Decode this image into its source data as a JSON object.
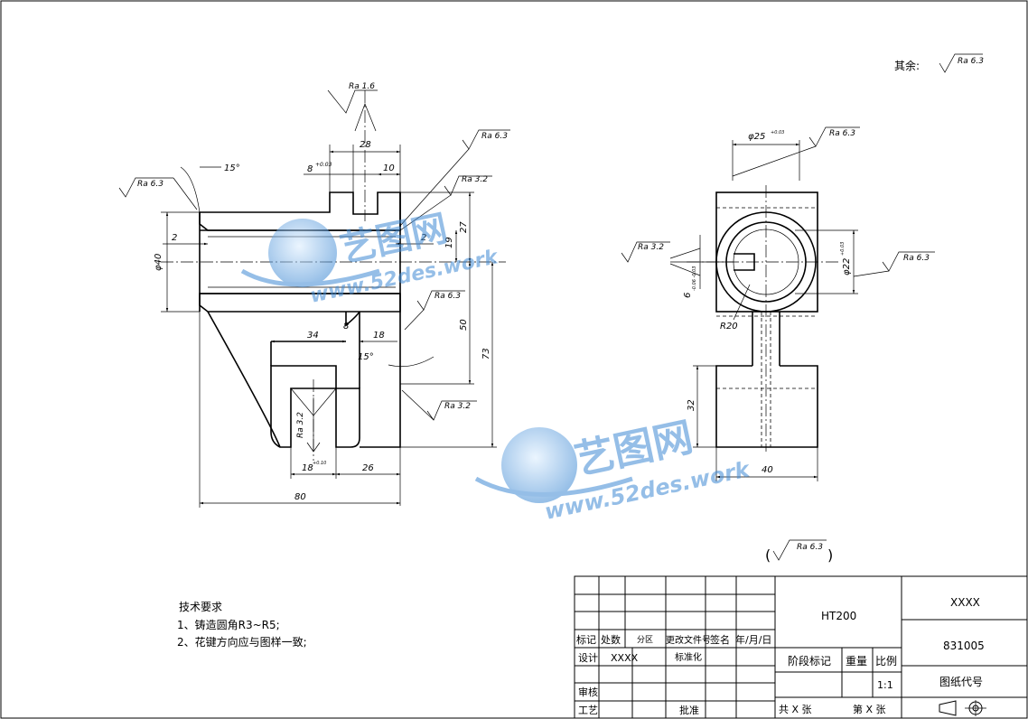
{
  "drawing": {
    "remaining_roughness_label": "其余:",
    "remaining_roughness_value": "Ra 6.3",
    "bracket_roughness": "Ra 6.3",
    "roughness": {
      "r1": "Ra 1.6",
      "r2": "Ra 6.3",
      "r3": "Ra 3.2",
      "r4": "Ra 6.3",
      "r5": "Ra 6.3",
      "r6": "Ra 3.2",
      "r7": "Ra 3.2",
      "r8": "Ra 6.3",
      "r9": "Ra 3.2",
      "r10": "Ra 6.3"
    },
    "dims": {
      "d28": "28",
      "d10": "10",
      "d8": "8",
      "d8_tol": "+0.03",
      "d15a": "15°",
      "d15b": "15°",
      "d2a": "2",
      "d2b": "2",
      "d19": "19",
      "d27": "27",
      "d40dia": "φ40",
      "d50": "50",
      "d73": "73",
      "d34": "34",
      "d8b": "8",
      "d18": "18",
      "d18b": "18",
      "d18b_tol": "+0.10",
      "d26": "26",
      "d80": "80",
      "d25dia": "φ25",
      "d25_tol": "+0.03",
      "d22dia": "φ22",
      "d22_tol": "+0.03",
      "d6": "6",
      "d6_tol": "-0.06 -0.03",
      "r20": "R20",
      "d32": "32",
      "d40b": "40"
    }
  },
  "notes": {
    "title": "技术要求",
    "items": [
      "1、铸造圆角R3~R5;",
      "2、花键方向应与图样一致;"
    ]
  },
  "titleblock": {
    "material": "HT200",
    "company": "XXXX",
    "drawing_no": "831005",
    "drawing_code_label": "图纸代号",
    "scale_label": "比例",
    "scale_value": "1:1",
    "weight_label": "重量",
    "stage_label": "阶段标记",
    "sheets": "共  X  张",
    "sheet_no": "第  X  张",
    "row_labels": [
      "标记",
      "处数",
      "分区",
      "更改文件号",
      "签名",
      "年/月/日"
    ],
    "design_label": "设计",
    "design_value": "XXXX",
    "standard_label": "标准化",
    "review_label": "审核",
    "process_label": "工艺",
    "approve_label": "批准"
  },
  "watermark": {
    "brand_cn": "艺图网",
    "url": "www.52des.work"
  }
}
